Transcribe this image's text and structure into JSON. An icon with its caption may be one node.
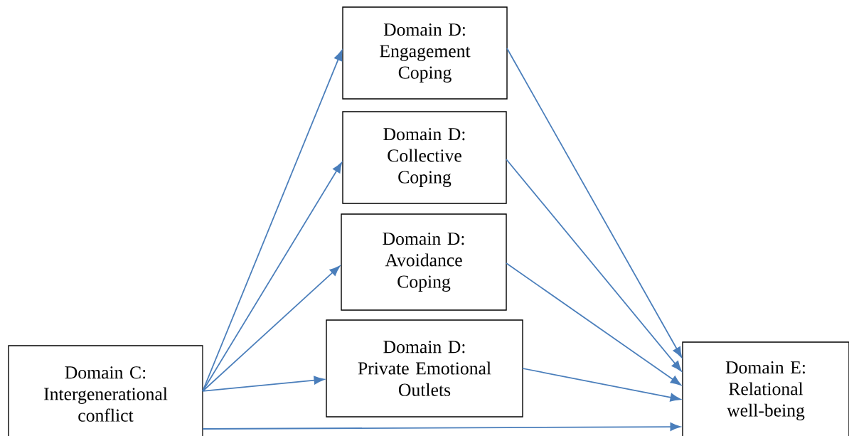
{
  "diagram": {
    "nodes": [
      {
        "text": [
          "Domain C:",
          "Intergenerational conflict"
        ]
      },
      {
        "text": [
          "Domain D:",
          "Engagement Coping"
        ]
      },
      {
        "text": [
          "Domain D:",
          "Collective Coping"
        ]
      },
      {
        "text": [
          "Domain D:",
          "Avoidance Coping"
        ]
      },
      {
        "text": [
          "Domain D:",
          "Private Emotional Outlets"
        ]
      },
      {
        "text": [
          "Domain E:",
          "Relational well-being"
        ]
      }
    ],
    "edges": [
      {
        "from": 0,
        "to": 1,
        "arrow": "to"
      },
      {
        "from": 0,
        "to": 2,
        "arrow": "to"
      },
      {
        "from": 0,
        "to": 3,
        "arrow": "to"
      },
      {
        "from": 0,
        "to": 4,
        "arrow": "to"
      },
      {
        "from": 0,
        "to": 5,
        "arrow": "to"
      },
      {
        "from": 1,
        "to": 5,
        "arrow": "to"
      },
      {
        "from": 2,
        "to": 5,
        "arrow": "to"
      },
      {
        "from": 3,
        "to": 5,
        "arrow": "to"
      },
      {
        "from": 4,
        "to": 5,
        "arrow": "to"
      }
    ]
  }
}
